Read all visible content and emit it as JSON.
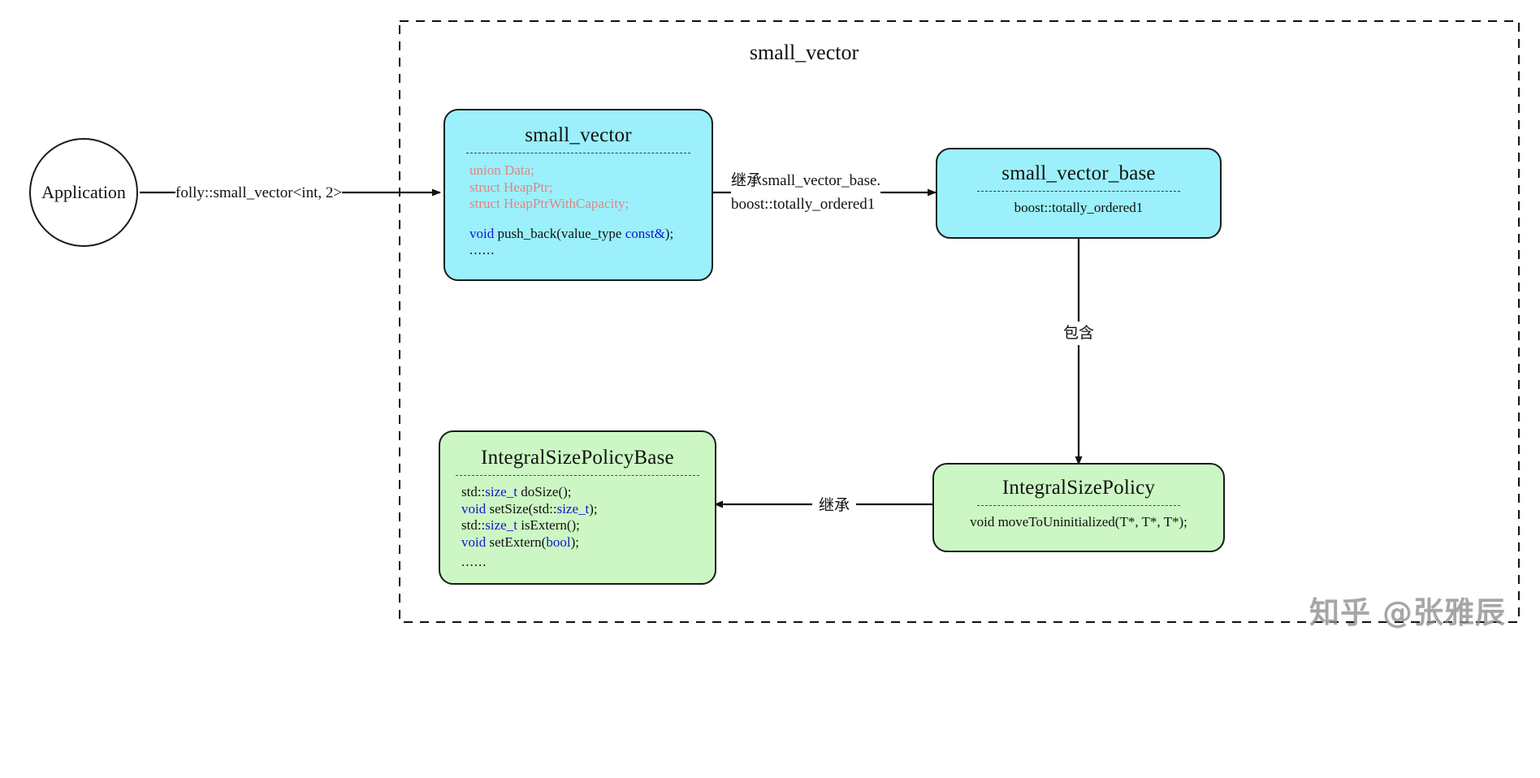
{
  "diagram": {
    "container_label": "small_vector",
    "watermark": {
      "site": "知乎",
      "handle": "@张雅辰"
    }
  },
  "actor": {
    "label": "Application"
  },
  "edges": {
    "app_to_small_vector": "folly::small_vector<int, 2>",
    "small_vector_to_base_line1": "继承small_vector_base.",
    "small_vector_to_base_line2": "boost::totally_ordered1",
    "base_to_policy": "包含",
    "policy_to_policy_base": "继承"
  },
  "nodes": {
    "small_vector": {
      "title": "small_vector",
      "members": [
        {
          "text": "union Data;",
          "style": "type-red"
        },
        {
          "text": "struct HeapPtr;",
          "style": "type-red"
        },
        {
          "text": "struct HeapPtrWithCapacity;",
          "style": "type-red"
        }
      ],
      "methods": [
        {
          "kw": "void",
          "rest": " push_back(value_type ",
          "kw2": "const&",
          "tail": ");"
        }
      ],
      "ellipsis": "......"
    },
    "small_vector_base": {
      "title": "small_vector_base",
      "content": "boost::totally_ordered1"
    },
    "integral_size_policy_base": {
      "title": "IntegralSizePolicyBase",
      "methods": [
        "std::size_t doSize();",
        "void setSize(std::size_t);",
        "std::size_t isExtern();",
        "void setExtern(bool);"
      ],
      "ellipsis": "......"
    },
    "integral_size_policy": {
      "title": "IntegralSizePolicy",
      "content": "void moveToUninitialized(T*, T*, T*);"
    }
  },
  "colors": {
    "cyan_fill": "#9bf0fb",
    "green_fill": "#ccf7c4",
    "stroke": "#1a1a1a",
    "red_type": "#e2857f",
    "blue_keyword": "#1515d0"
  }
}
